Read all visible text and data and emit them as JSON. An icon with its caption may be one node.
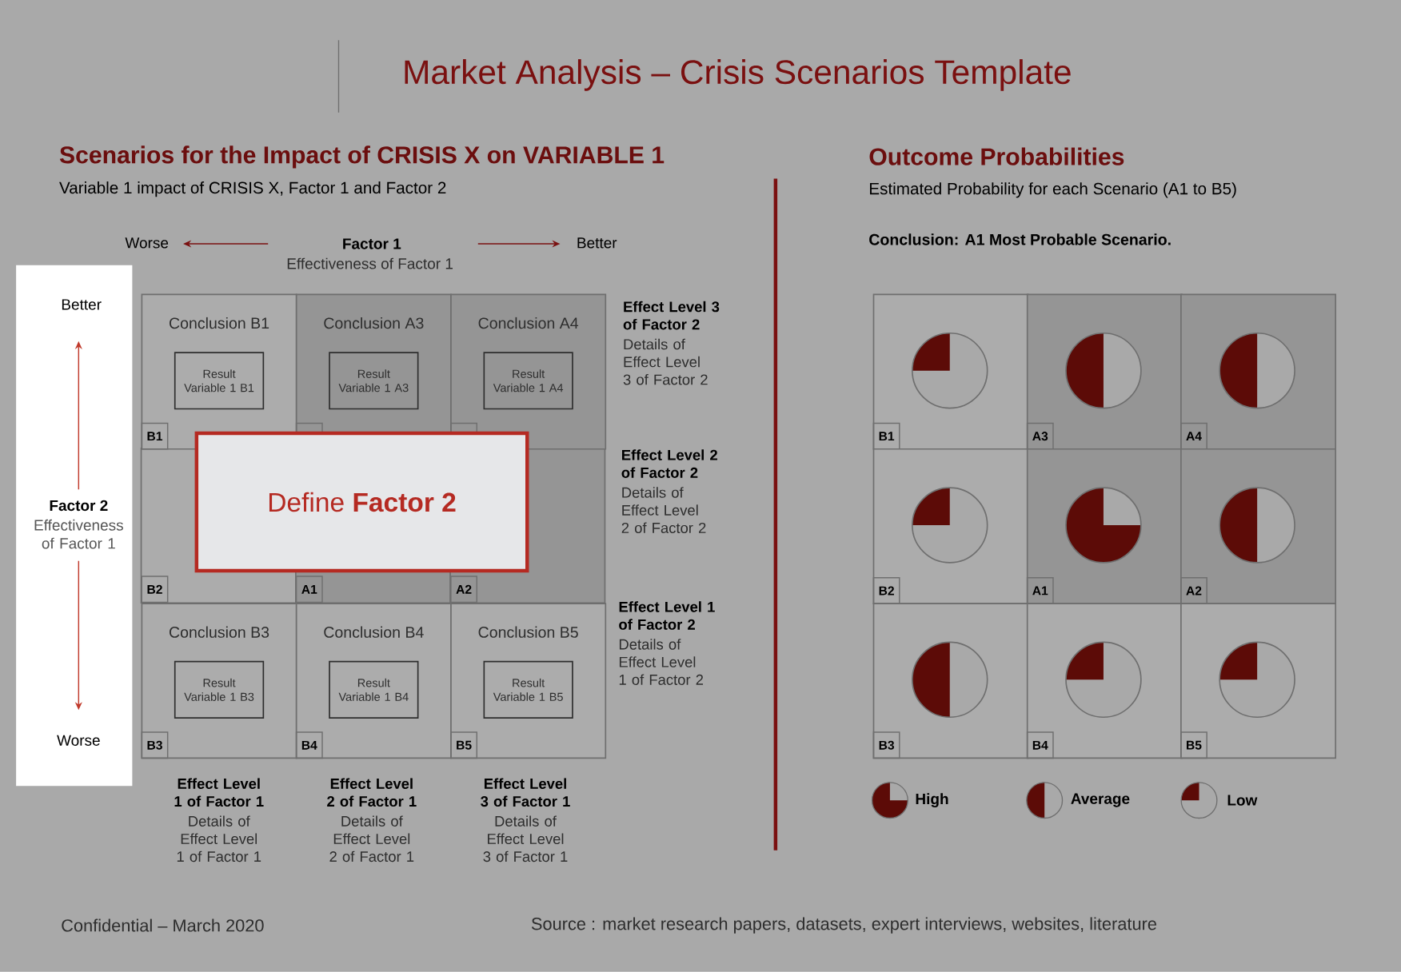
{
  "diagram": {
    "title": "Market Analysis – Crisis Scenarios Template",
    "nodes": [
      {
        "text": [
          "Conclusion B1"
        ]
      },
      {
        "text": [
          "Result Variable 1 B1"
        ],
        "in": 0
      },
      {
        "text": [
          "B1"
        ],
        "in": 0
      },
      {
        "text": [
          "Conclusion A3"
        ]
      },
      {
        "text": [
          "Result Variable 1 A3"
        ],
        "in": 3
      },
      {
        "text": [],
        "shape": "box",
        "in": 3
      },
      {
        "text": [
          "Conclusion A4"
        ]
      },
      {
        "text": [
          "Result Variable 1 A4"
        ],
        "in": 6
      },
      {
        "text": [],
        "shape": "box",
        "in": 6
      },
      {
        "text": [
          "B2"
        ]
      },
      {
        "text": [
          "A1"
        ]
      },
      {
        "text": [
          "A2"
        ]
      },
      {
        "text": [
          "Conclusion B3"
        ]
      },
      {
        "text": [
          "Result Variable 1 B3"
        ],
        "in": 12
      },
      {
        "text": [
          "B3"
        ],
        "in": 12
      },
      {
        "text": [
          "Conclusion B4"
        ]
      },
      {
        "text": [
          "Result Variable 1 B4"
        ],
        "in": 15
      },
      {
        "text": [
          "B4"
        ],
        "in": 15
      },
      {
        "text": [
          "Conclusion B5"
        ]
      },
      {
        "text": [
          "Result Variable 1 B5"
        ],
        "in": 18
      },
      {
        "text": [
          "B5"
        ],
        "in": 18
      },
      {
        "text": [
          "Define **Factor 2**"
        ]
      },
      {
        "text": [],
        "shape": "box"
      },
      {
        "text": [
          "B1"
        ],
        "in": 22
      },
      {
        "text": [],
        "shape": "box"
      },
      {
        "text": [
          "A3"
        ],
        "in": 24
      },
      {
        "text": [],
        "shape": "box"
      },
      {
        "text": [
          "A4"
        ],
        "in": 26
      },
      {
        "text": [],
        "shape": "box"
      },
      {
        "text": [
          "B2"
        ],
        "in": 28
      },
      {
        "text": [],
        "shape": "box"
      },
      {
        "text": [
          "A1"
        ],
        "in": 30
      },
      {
        "text": [],
        "shape": "box"
      },
      {
        "text": [
          "A2"
        ],
        "in": 32
      },
      {
        "text": [],
        "shape": "box"
      },
      {
        "text": [
          "B3"
        ],
        "in": 34
      },
      {
        "text": [],
        "shape": "box"
      },
      {
        "text": [
          "B4"
        ],
        "in": 36
      },
      {
        "text": [],
        "shape": "box"
      },
      {
        "text": [
          "B5"
        ],
        "in": 38
      }
    ],
    "labels": [
      "Scenarios for the Impact of CRISIS X on VARIABLE 1",
      "Variable 1 impact of CRISIS X, Factor 1 and Factor 2",
      "Outcome Probabilities",
      "Estimated Probability for each Scenario (A1 to B5)",
      "Worse",
      "Factor 1",
      "Effectiveness of Factor 1",
      "Better",
      "Conclusion: A1 Most Probable Scenario.",
      "Better",
      "Factor 2",
      "Effectiveness of Factor 1",
      "Worse",
      "Effect Level 3 of Factor 2",
      "Details of Effect Level 3 of Factor 2",
      "Effect Level 2 of Factor 2",
      "Details of Effect Level 2 of Factor 2",
      "Effect Level 1 of Factor 2",
      "Details of Effect Level 1 of Factor 2",
      "Effect Level 1 of Factor 1",
      "Details of Effect Level 1 of Factor 1",
      "Effect Level 2 of Factor 1",
      "Details of Effect Level 2 of Factor 1",
      "Effect Level 3 of Factor 1",
      "Details of Effect Level 3 of Factor 1",
      "Confidential – March 2020",
      "Source : market research papers, datasets, expert interviews, websites, literature"
    ],
    "legend": [
      {
        "text": "High"
      },
      {
        "text": "Average"
      },
      {
        "text": "Low"
      }
    ]
  }
}
